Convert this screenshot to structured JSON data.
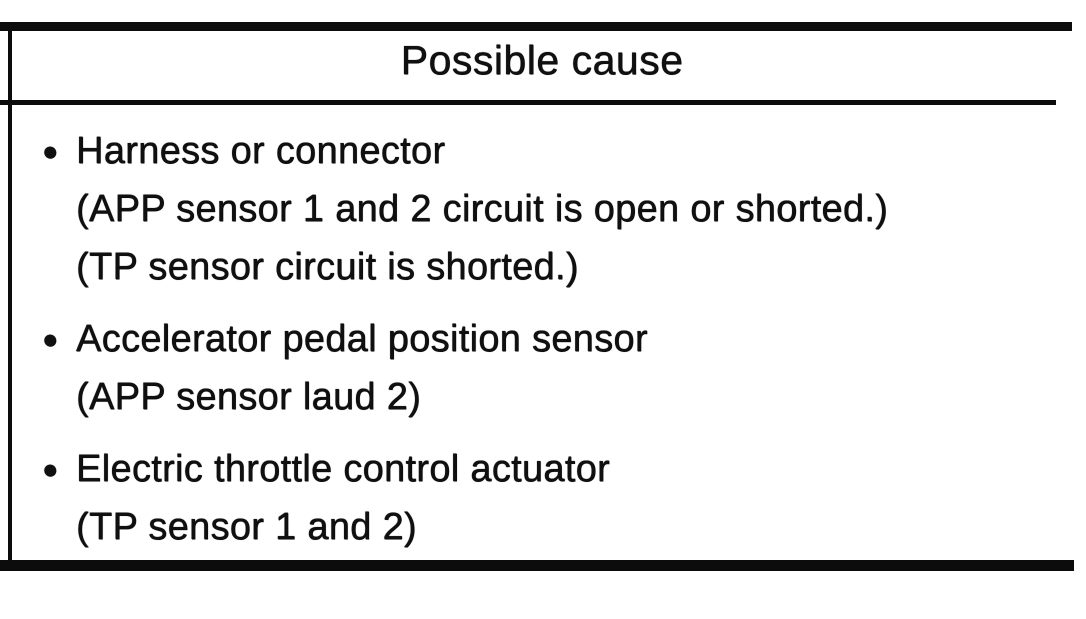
{
  "table": {
    "header": "Possible cause",
    "bullet_glyph": "●",
    "ink_color": "#101010",
    "paper_color": "#ffffff",
    "causes": [
      {
        "title": "Harness or connector",
        "detail1": "(APP sensor 1 and 2 circuit is open or shorted.)",
        "detail2": "(TP sensor circuit is shorted.)"
      },
      {
        "title": "Accelerator pedal position sensor",
        "detail1": "(APP sensor laud 2)"
      },
      {
        "title": "Electric throttle control actuator",
        "detail1": "(TP sensor 1 and 2)"
      }
    ]
  }
}
